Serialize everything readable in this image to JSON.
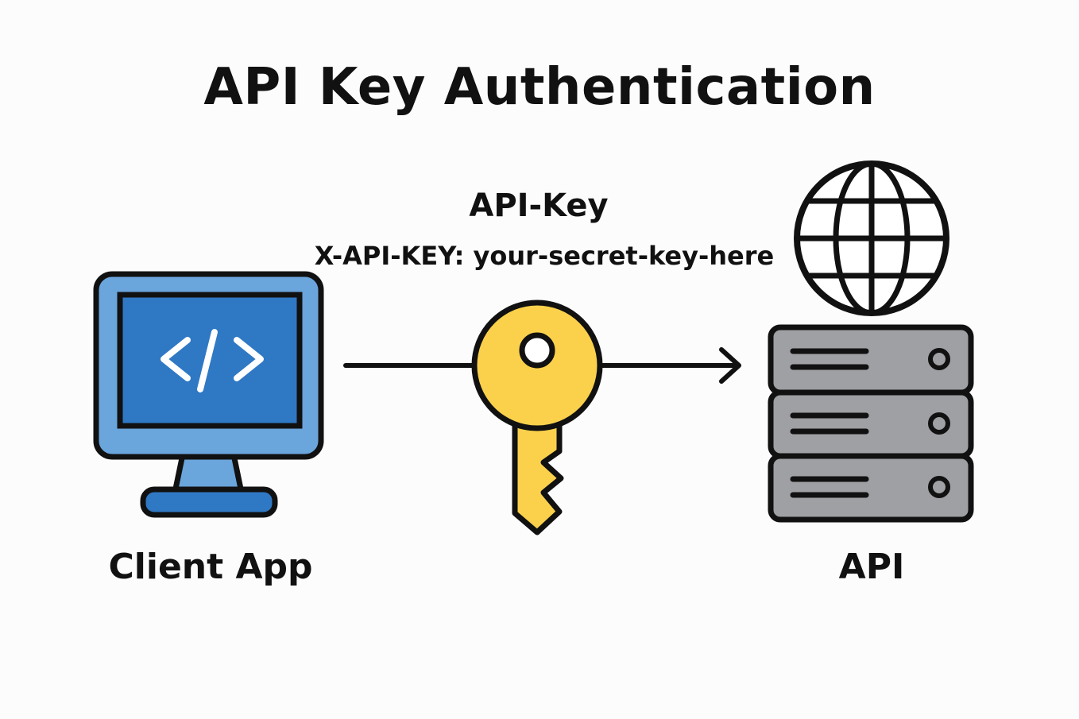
{
  "title": "API Key Authentication",
  "request": {
    "header_label": "API-Key",
    "header_value": "X-API-KEY: your-secret-key-here"
  },
  "nodes": {
    "client": {
      "label": "Client App"
    },
    "server": {
      "label": "API"
    }
  },
  "icons": {
    "client": "monitor-code-icon",
    "key": "key-icon",
    "globe": "globe-icon",
    "server": "server-stack-icon",
    "arrow": "arrow-right-icon"
  },
  "colors": {
    "monitor_frame": "#6aa5dc",
    "monitor_screen": "#2f78c4",
    "key": "#fbd14b",
    "server": "#9ea0a3",
    "outline": "#111111"
  }
}
